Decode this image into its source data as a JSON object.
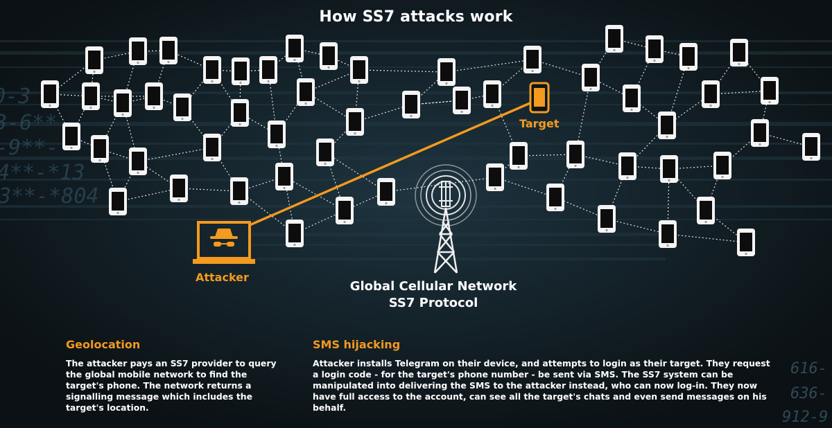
{
  "title": "How SS7 attacks work",
  "labels": {
    "target": "Target",
    "attacker": "Attacker",
    "network_line1": "Global Cellular Network",
    "network_line2": "SS7 Protocol"
  },
  "sections": {
    "geolocation": {
      "heading": "Geolocation",
      "text": "The attacker pays an SS7 provider to query the global mobile network to find the target's phone. The network returns a signalling message which includes the target's location."
    },
    "sms_hijacking": {
      "heading": "SMS hijacking",
      "text": "Attacker installs Telegram on their device, and attempts to login as their target. They request a login code - for the target's phone number - be sent via SMS. The SS7 system can be manipulated into delivering the SMS to the attacker instead, who can now log-in. They now have full access to the account, can see all the target's chats and even send messages on his behalf."
    }
  },
  "background_text": {
    "left": [
      "0-3",
      "3-6**",
      "-9**-",
      "4**-*13",
      "3**-*804"
    ],
    "right": [
      "616-",
      "636-",
      "912-9"
    ]
  },
  "colors": {
    "accent": "#f39a1f",
    "background": "#0d1418",
    "text": "#ffffff"
  },
  "icons": [
    "phone-icon",
    "laptop-icon",
    "spy-icon",
    "cell-tower-icon"
  ]
}
